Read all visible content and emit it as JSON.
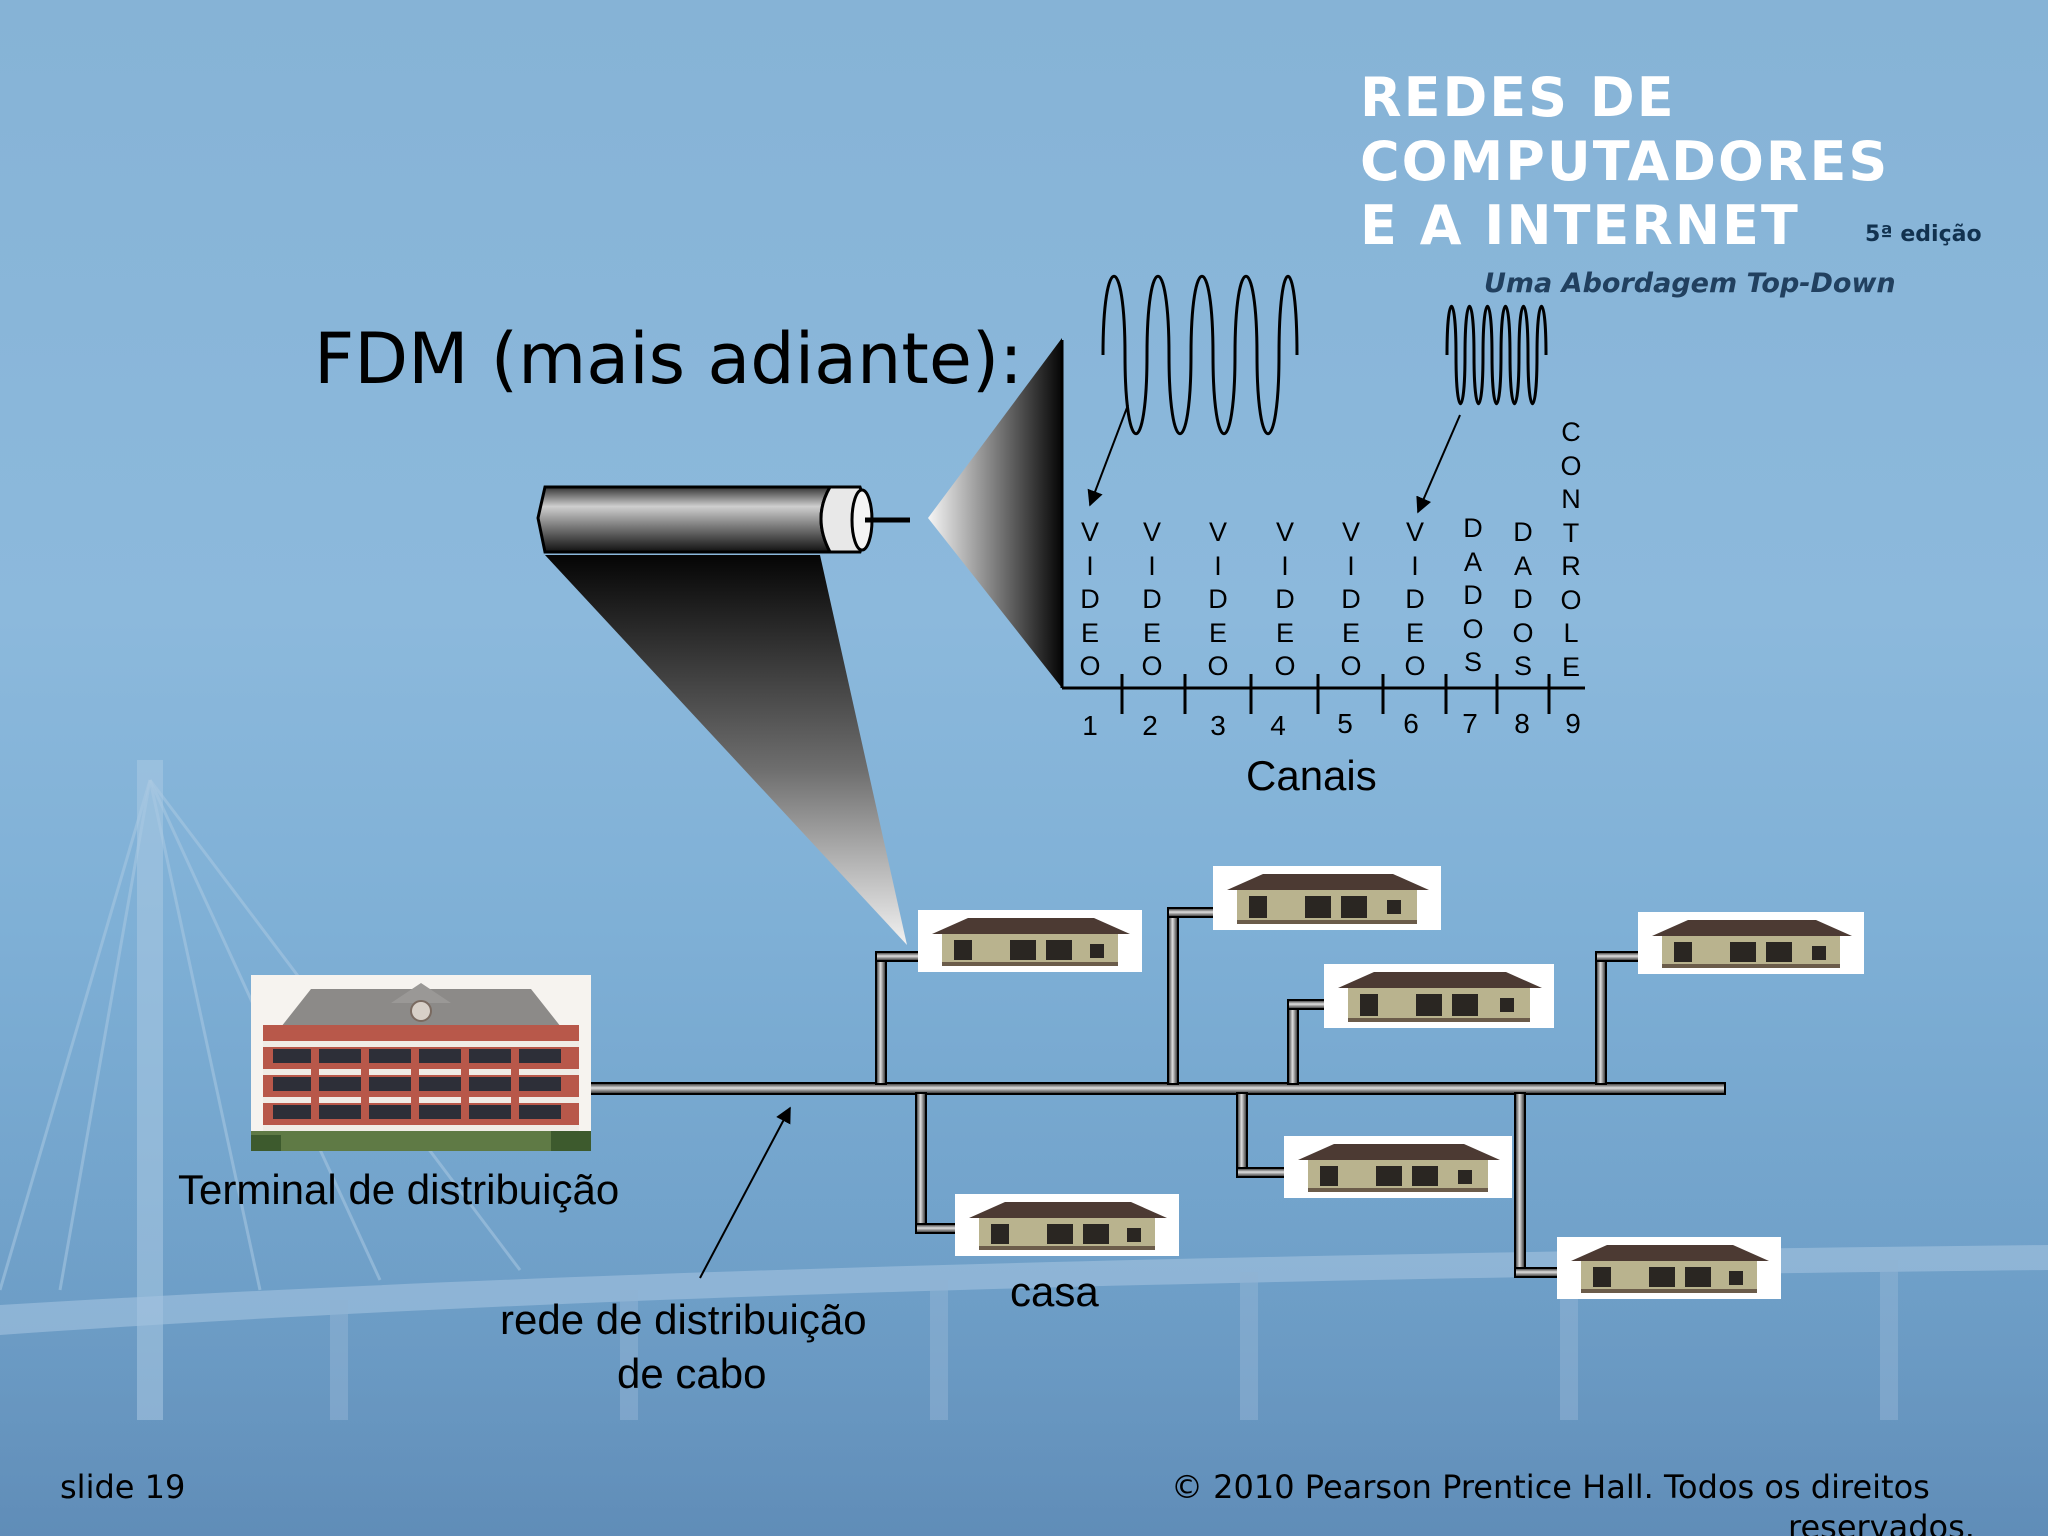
{
  "brand": {
    "line1": "REDES DE",
    "line2": "COMPUTADORES",
    "line3": "E A INTERNET",
    "edition": "5ª edição",
    "subtitle": "Uma Abordagem Top-Down"
  },
  "title": "FDM (mais adiante):",
  "channels": {
    "label": "Canais",
    "items": [
      {
        "num": "1",
        "letters": "V\nI\nD\nE\nO"
      },
      {
        "num": "2",
        "letters": "V\nI\nD\nE\nO"
      },
      {
        "num": "3",
        "letters": "V\nI\nD\nE\nO"
      },
      {
        "num": "4",
        "letters": "V\nI\nD\nE\nO"
      },
      {
        "num": "5",
        "letters": "V\nI\nD\nE\nO"
      },
      {
        "num": "6",
        "letters": "V\nI\nD\nE\nO"
      },
      {
        "num": "7",
        "letters": "D\nA\nD\nO\nS"
      },
      {
        "num": "8",
        "letters": "D\nA\nD\nO\nS"
      },
      {
        "num": "9",
        "letters": "C\nO\nN\nT\nR\nO\nL\nE"
      }
    ]
  },
  "labels": {
    "headend": "Terminal de distribuição",
    "network_line1": "rede de distribuição",
    "network_line2": "de cabo",
    "home": "casa"
  },
  "footer": {
    "slide": "slide 19",
    "copyright_line1": "© 2010 Pearson Prentice Hall. Todos os direitos",
    "copyright_line2": "reservados."
  }
}
